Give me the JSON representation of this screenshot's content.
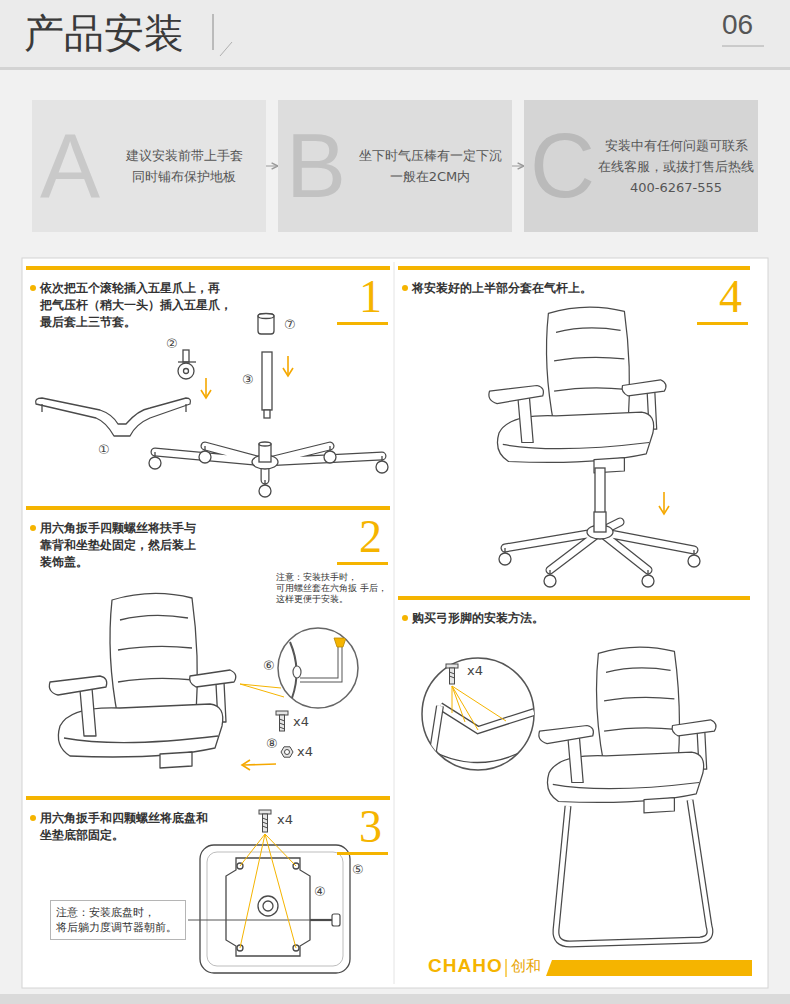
{
  "diagram": {
    "title": "产品安装",
    "nodes": [
      {
        "text": [
          "A",
          "建议安装前带上手套 同时铺布保护地板"
        ]
      },
      {
        "text": [
          "B",
          "坐下时气压棒有一定下沉 一般在2CM内"
        ]
      },
      {
        "text": [
          "C",
          "安装中有任何问题可联系 在线客服，或拔打售后热线 400-6267-555"
        ]
      },
      {
        "text": [
          "依次把五个滚轮插入五星爪上，再 把气压杆（稍大一头）插入五星爪， 最后套上三节套。",
          "1"
        ]
      },
      {
        "text": [
          "用六角扳手四颗螺丝将扶手与 靠背和坐垫处固定，然后装上 装饰盖。",
          "2"
        ]
      },
      {
        "text": [
          "用六角扳手和四颗螺丝将底盘和 坐垫底部固定。",
          "3"
        ]
      },
      {
        "text": [
          "注意：安装底盘时， 将后躺力度调节器朝前。"
        ],
        "in": 5
      },
      {
        "text": [
          "将安装好的上半部分套在气杆上。",
          "4"
        ]
      },
      {
        "text": [
          "购买弓形脚的安装方法。"
        ]
      }
    ],
    "edges": [
      {
        "from": 0,
        "to": 1,
        "arrow": "to"
      },
      {
        "from": 1,
        "to": 2,
        "arrow": "to"
      }
    ],
    "labels": [
      "06",
      "⑦",
      "②",
      "③",
      "①",
      "注意：安装扶手时， 可用螺丝套在六角扳 手后，这样更便于安装。",
      "⑥",
      "x4",
      "⑧",
      "x4",
      "x4",
      "④",
      "⑤",
      "x4",
      "CHAHO",
      "创和"
    ]
  }
}
